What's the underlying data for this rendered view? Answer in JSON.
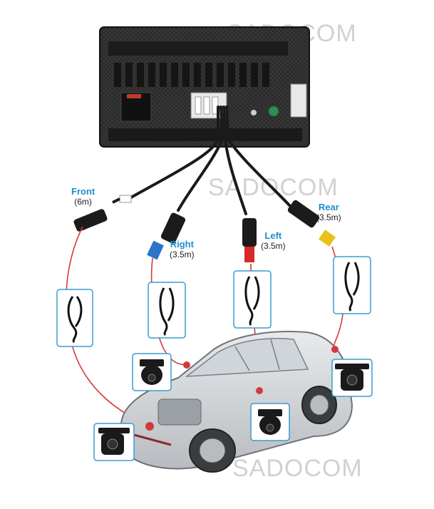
{
  "watermark": "SADOCOM",
  "cameras": [
    {
      "name": "Front",
      "length": "(6m)"
    },
    {
      "name": "Right",
      "length": "(3.5m)"
    },
    {
      "name": "Left",
      "length": "(3.5m)"
    },
    {
      "name": "Rear",
      "length": "(3.5m)"
    }
  ],
  "colors": {
    "label": "#1f8fc8",
    "box_border": "#3a9bd0",
    "wire": "#d33b3b",
    "cable": "#1a1a1a",
    "connector_right": "#2a74c9",
    "connector_left": "#d62a2a",
    "connector_rear": "#e8c21a"
  },
  "icons": [
    "head-unit-icon",
    "cable-coil-icon",
    "camera-icon",
    "car-icon",
    "connector-icon"
  ]
}
